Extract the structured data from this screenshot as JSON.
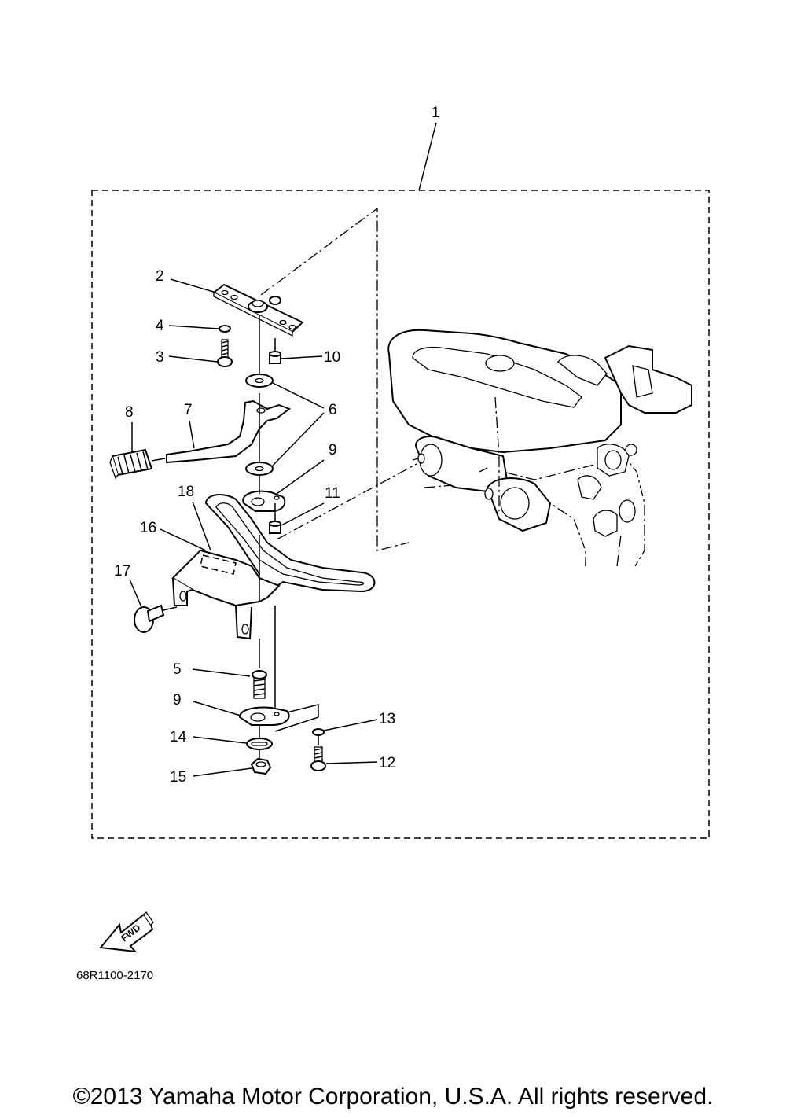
{
  "callouts": {
    "c1": "1",
    "c2": "2",
    "c3": "3",
    "c4": "4",
    "c5": "5",
    "c6": "6",
    "c7": "7",
    "c8": "8",
    "c9a": "9",
    "c9b": "9",
    "c10": "10",
    "c11": "11",
    "c12": "12",
    "c13": "13",
    "c14": "14",
    "c15": "15",
    "c16": "16",
    "c17": "17",
    "c18": "18"
  },
  "fwd_label": "FWD",
  "diagram_code": "68R1100-2170",
  "copyright": "©2013 Yamaha Motor Corporation, U.S.A. All rights reserved."
}
